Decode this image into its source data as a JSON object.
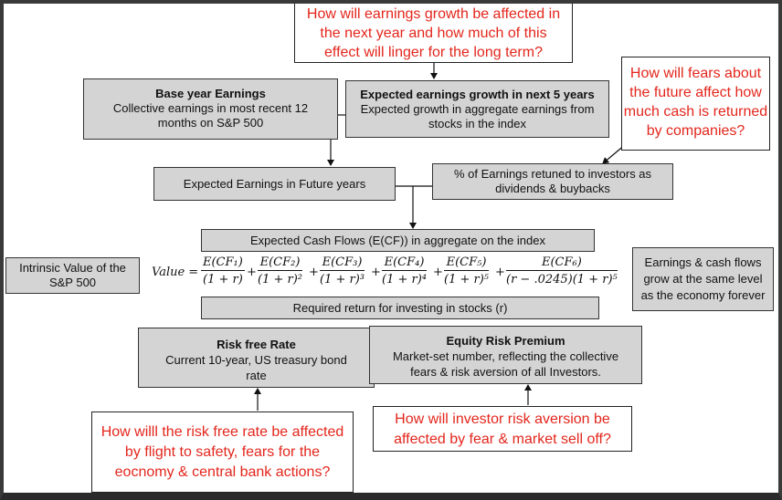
{
  "questions": {
    "earnings_growth": [
      "How will earnings growth be affected in",
      "the next year and how much of this",
      "effect will linger for the long term?"
    ],
    "cash_returned": [
      "How will fears about",
      "the future affect how",
      "much cash is returned",
      "by companies?"
    ],
    "risk_free": [
      "How willl the risk free rate be affected",
      "by flight to safety, fears for the",
      "eocnomy & central bank actions?"
    ],
    "risk_aversion": [
      "How will investor risk aversion be",
      "affected by fear & market sell off?"
    ]
  },
  "boxes": {
    "base_year": {
      "title": "Base year Earnings",
      "lines": [
        "Collective earnings in most recent 12",
        "months on S&P 500"
      ]
    },
    "expected_growth": {
      "title": "Expected earnings growth in next 5 years",
      "lines": [
        "Expected growth in aggregate earnings from",
        "stocks in the index"
      ]
    },
    "future_earnings": {
      "label": "Expected Earnings in Future years"
    },
    "payout": {
      "lines": [
        "% of Earnings retuned to investors as",
        "dividends & buybacks"
      ]
    },
    "cash_flows": {
      "label": "Expected Cash Flows (E(CF)) in aggregate on the index"
    },
    "intrinsic": {
      "lines": [
        "Intrinsic Value of the",
        "S&P 500"
      ]
    },
    "forever": {
      "lines": [
        "Earnings & cash flows",
        "grow at the same level",
        "as the economy forever"
      ]
    },
    "required_return": {
      "label": "Required return for investing in stocks (r)"
    },
    "risk_free_rate": {
      "title": "Risk free Rate",
      "lines": [
        "Current 10-year, US treasury bond",
        "rate"
      ]
    },
    "erp": {
      "title": "Equity Risk Premium",
      "lines": [
        "Market-set number, reflecting the collective",
        "fears & risk aversion of all Investors."
      ]
    }
  },
  "formula": {
    "lhs": "Value =",
    "terms": [
      {
        "num": "E(CF₁)",
        "den": "(1 + r)"
      },
      {
        "num": "E(CF₂)",
        "den": "(1 + r)²"
      },
      {
        "num": "E(CF₃)",
        "den": "(1 + r)³"
      },
      {
        "num": "E(CF₄)",
        "den": "(1 + r)⁴"
      },
      {
        "num": "E(CF₅)",
        "den": "(1 + r)⁵"
      },
      {
        "num": "E(CF₆)",
        "den": "(r − .0245)(1 + r)⁵"
      }
    ],
    "plus": "+"
  },
  "colors": {
    "question_text": "#e3261c",
    "box_fill": "#d4d4d4",
    "border": "#333333"
  }
}
